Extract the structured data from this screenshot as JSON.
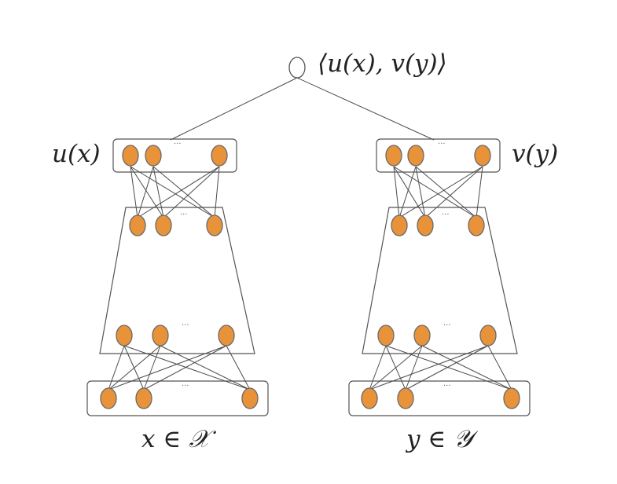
{
  "labels": {
    "inner_product": "⟨u(x), v(y)⟩",
    "u_label": "u(x)",
    "v_label": "v(y)",
    "x_domain": "x ∈ 𝒳",
    "y_domain": "y ∈ 𝒴",
    "ellipsis": "···"
  },
  "colors": {
    "node_fill": "#e8923a",
    "node_stroke": "#6a6a6a",
    "line": "#4a4a4a",
    "output_fill": "#ffffff"
  }
}
